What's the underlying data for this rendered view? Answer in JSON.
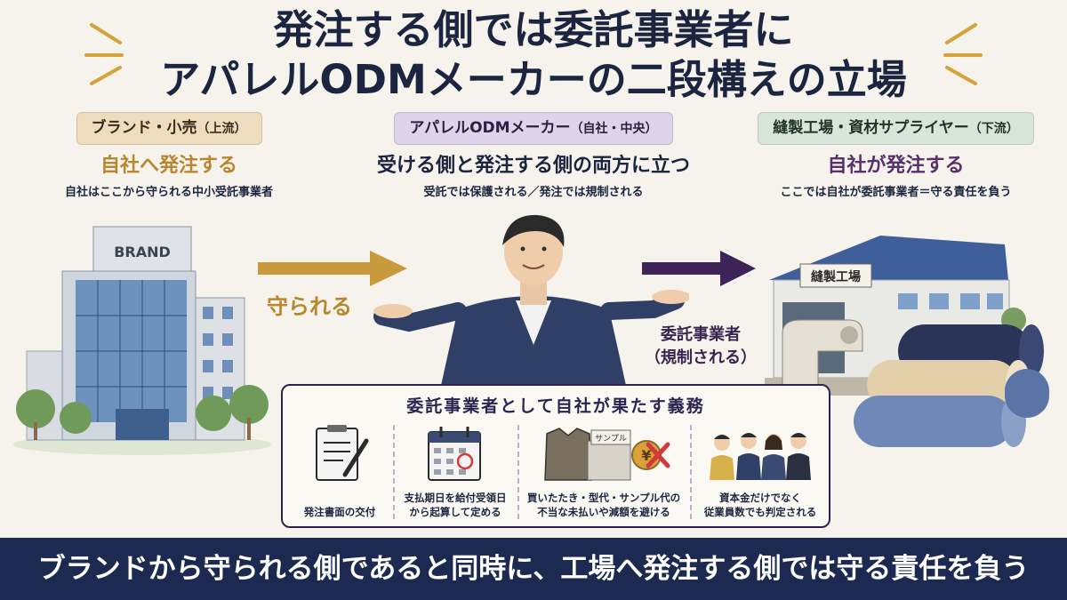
{
  "title": {
    "line1": "発注する側では委託事業者に",
    "line2": "アパレルODMメーカーの二段構えの立場"
  },
  "columns": [
    {
      "pill": "ブランド・小売",
      "pill_note": "（上流）",
      "heading": "自社へ発注する",
      "sub": "自社はここから守られる中小受託事業者"
    },
    {
      "pill": "アパレルODMメーカー",
      "pill_note": "（自社・中央）",
      "heading": "受ける側と発注する側の両方に立つ",
      "sub": "受託では保護される／発注では規制される"
    },
    {
      "pill": "縫製工場・資材サプライヤー",
      "pill_note": "（下流）",
      "heading": "自社が発注する",
      "sub": "ここでは自社が委託事業者＝守る責任を負う"
    }
  ],
  "scene": {
    "building_sign": "BRAND",
    "factory_sign": "縫製工場",
    "arrow_label": "守られる",
    "side_label_line1": "委託事業者",
    "side_label_line2": "（規制される）"
  },
  "duties": {
    "title": "委託事業者として自社が果たす義務",
    "items": [
      {
        "icon": "document-pen-icon",
        "line1": "発注書面の交付",
        "line2": ""
      },
      {
        "icon": "calendar-icon",
        "line1": "支払期日を給付受領日",
        "line2": "から起算して定める"
      },
      {
        "icon": "garment-yen-cross-icon",
        "line1": "買いたたき・型代・サンプル代の",
        "line2": "不当な未払いや減額を避ける",
        "sample_tag": "サンプル"
      },
      {
        "icon": "people-group-icon",
        "line1": "資本金だけでなく",
        "line2": "従業員数でも判定される"
      }
    ]
  },
  "banner": "ブランドから守られる側であると同時に、工場へ発注する側では守る責任を負う",
  "colors": {
    "navy": "#1c2a52",
    "gold": "#b8862e",
    "purple": "#3b2450",
    "arrow_gold": "#c99a3c",
    "arrow_purple": "#3d2358"
  }
}
